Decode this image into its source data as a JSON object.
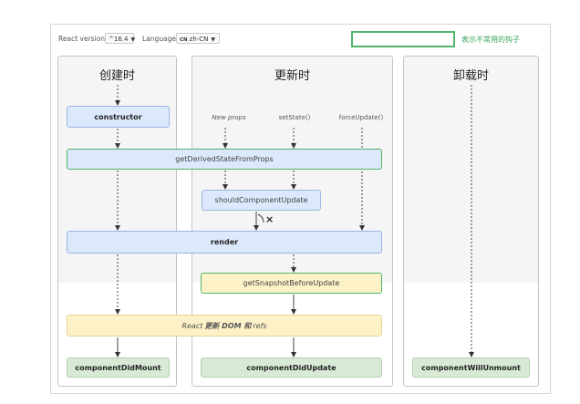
{
  "topbar": {
    "version_label": "React version",
    "version_value": "^16.4",
    "language_label": "Language",
    "language_flag": "CN",
    "language_value": "zh-CN"
  },
  "legend": {
    "text": "表示不常用的钩子"
  },
  "phases": {
    "mount": {
      "title": "创建时"
    },
    "update": {
      "title": "更新时"
    },
    "unmount": {
      "title": "卸载时"
    }
  },
  "triggers": {
    "new_props": "New props",
    "set_state": "setState()",
    "force_update": "forceUpdate()"
  },
  "nodes": {
    "constructor": "constructor",
    "get_derived_state": "getDerivedStateFromProps",
    "should_update": "shouldComponentUpdate",
    "render": "render",
    "snapshot": "getSnapshotBeforeUpdate",
    "react_updates_prefix": "React ",
    "react_updates_middle": "更新 DOM 和",
    "react_updates_suffix": " refs",
    "did_mount": "componentDidMount",
    "did_update": "componentDidUpdate",
    "will_unmount": "componentWillUnmount"
  },
  "abort_mark": "×",
  "colors": {
    "blue_node": "#dce8fb",
    "yellow_node": "#fcf1c7",
    "green_node": "#d8ead5",
    "rare_hook_border": "#52b46a"
  }
}
